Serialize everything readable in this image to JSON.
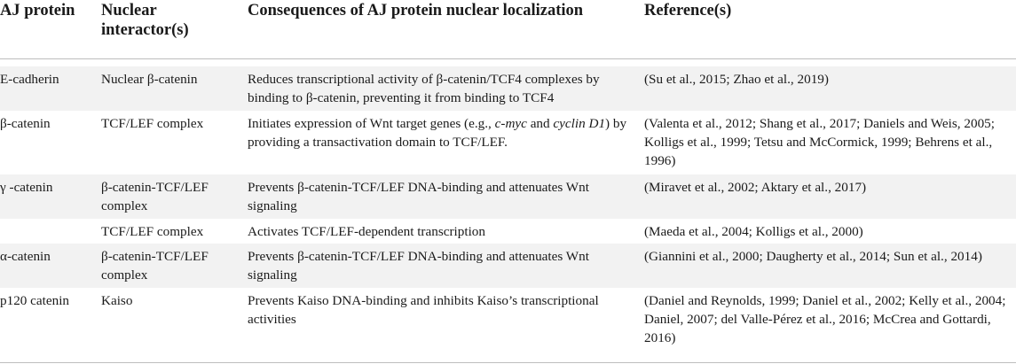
{
  "headers": {
    "aj_protein": "AJ protein",
    "nuclear_interactors": "Nuclear interactor(s)",
    "consequences": "Consequences of AJ protein nuclear localization",
    "references": "Reference(s)"
  },
  "rows": [
    {
      "aj": "E-cadherin",
      "interactor": "Nuclear β-catenin",
      "consequence": "Reduces transcriptional activity of β-catenin/TCF4 complexes by binding to β-catenin, preventing it from binding to TCF4",
      "references": "(Su et al., 2015; Zhao et al., 2019)"
    },
    {
      "aj": "β-catenin",
      "interactor": "TCF/LEF complex",
      "consequence_pre": "Initiates expression of Wnt target genes (e.g., ",
      "consequence_italic1": "c-myc",
      "consequence_mid": " and ",
      "consequence_italic2": "cyclin D1",
      "consequence_post": ") by providing a transactivation domain to TCF/LEF.",
      "references": "(Valenta et al., 2012; Shang et al., 2017; Daniels and Weis, 2005; Kolligs et al., 1999; Tetsu and McCormick, 1999; Behrens et al., 1996)"
    },
    {
      "aj": "γ -catenin",
      "interactor": "β-catenin-TCF/LEF complex",
      "consequence": "Prevents β-catenin-TCF/LEF DNA-binding and attenuates Wnt signaling",
      "references": "(Miravet et al., 2002; Aktary et al., 2017)"
    },
    {
      "aj": "",
      "interactor": "TCF/LEF complex",
      "consequence": "Activates TCF/LEF-dependent transcription",
      "references": "(Maeda et al., 2004; Kolligs et al., 2000)"
    },
    {
      "aj": "α-catenin",
      "interactor": "β-catenin-TCF/LEF complex",
      "consequence": "Prevents β-catenin-TCF/LEF DNA-binding and attenuates Wnt signaling",
      "references": "(Giannini et al., 2000; Daugherty et al., 2014; Sun et al., 2014)"
    },
    {
      "aj": "p120 catenin",
      "interactor": "Kaiso",
      "consequence": "Prevents Kaiso DNA-binding and inhibits Kaiso’s transcriptional activities",
      "references": "(Daniel and Reynolds, 1999; Daniel et al., 2002; Kelly et al., 2004; Daniel, 2007; del Valle-Pérez et al., 2016; McCrea and Gottardi, 2016)"
    }
  ],
  "colors": {
    "header_bg": "#ffffff",
    "row_shade": "#f2f2f2",
    "rule": "#bdbdbd",
    "text": "#1a1a1a"
  }
}
